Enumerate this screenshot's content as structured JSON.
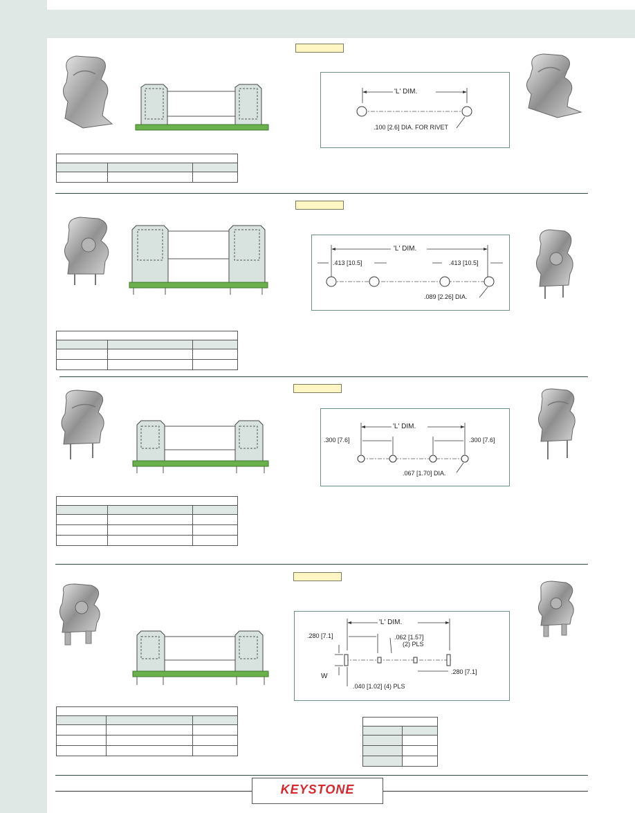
{
  "brand": {
    "logo_text": "KEYSTONE",
    "accent_color": "#2d4a3e",
    "sidebar_color": "#dfe8e5",
    "board_color": "#6ab04c",
    "part_box_color": "#fff6c4",
    "logo_color": "#d7282f"
  },
  "sections": [
    {
      "id": "section-1",
      "layout": {
        "l_dim": "'L' DIM.",
        "hole_note": ".100 [2.6] DIA. FOR RIVET"
      }
    },
    {
      "id": "section-2",
      "layout": {
        "l_dim": "'L' DIM.",
        "left_spacing": ".413 [10.5]",
        "right_spacing": ".413 [10.5]",
        "hole_note": ".089 [2.26] DIA."
      }
    },
    {
      "id": "section-3",
      "layout": {
        "l_dim": "'L' DIM.",
        "left_spacing": ".300 [7.6]",
        "right_spacing": ".300 [7.6]",
        "hole_note": ".067 [1.70] DIA."
      }
    },
    {
      "id": "section-4",
      "layout": {
        "l_dim": "'L' DIM.",
        "left_spacing": ".280 [7.1]",
        "slot_width": ".062 [1.57]",
        "slot_count": "(2) PLS",
        "w_label": "W",
        "slot_length": ".040 [1.02] (4) PLS",
        "right_spacing": ".280 [7.1]"
      }
    }
  ]
}
